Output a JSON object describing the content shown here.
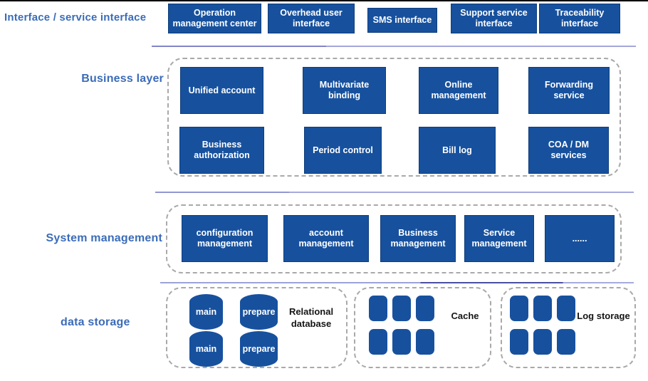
{
  "interface": {
    "label": "Interface / service interface",
    "boxes": [
      "Operation management center",
      "Overhead user interface",
      "SMS interface",
      "Support service interface",
      "Traceability interface"
    ]
  },
  "business": {
    "label": "Business layer",
    "row1": [
      "Unified account",
      "Multivariate binding",
      "Online management",
      "Forwarding service"
    ],
    "row2": [
      "Business authorization",
      "Period control",
      "Bill log",
      "COA / DM services"
    ]
  },
  "system": {
    "label": "System management",
    "boxes": [
      "configuration management",
      "account management",
      "Business management",
      "Service management",
      "......"
    ]
  },
  "storage": {
    "label": "data storage",
    "relational": {
      "caption": "Relational database",
      "cylinders": [
        "main",
        "prepare",
        "main",
        "prepare"
      ]
    },
    "cache": {
      "caption": "Cache",
      "block_count": 6
    },
    "log": {
      "caption": "Log storage",
      "block_count": 6
    }
  },
  "colors": {
    "box_fill": "#17519E",
    "box_border": "#0E3D7A",
    "box_text": "#FFFFFF",
    "layer_label_blue": "#3B6CB8",
    "dashed_border_gray": "#A9A9A9",
    "separator_purple_light": "#A3A7DA",
    "separator_purple_dark": "#4B4FA3",
    "caption_black": "#151515",
    "top_rule_black": "#000000"
  }
}
